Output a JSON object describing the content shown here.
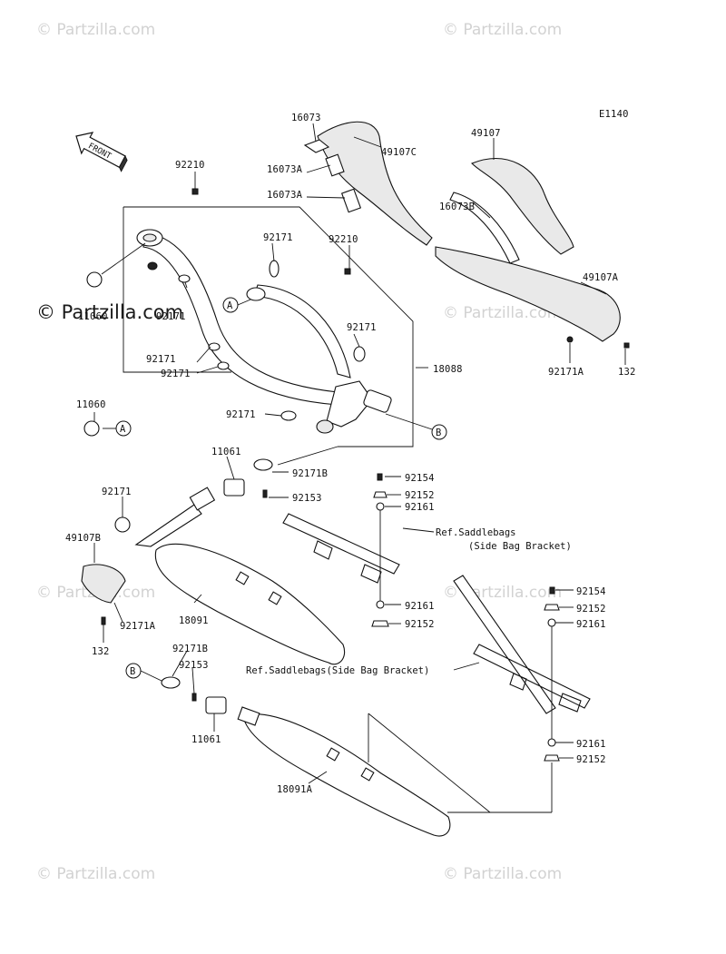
{
  "diagram_code": "E1140",
  "front_arrow": "FRONT",
  "watermark": "© Partzilla.com",
  "watermark_faint": "© Partzilla.com",
  "callouts": {
    "A": "A",
    "B": "B"
  },
  "parts": {
    "p16073": "16073",
    "p16073A_1": "16073A",
    "p16073A_2": "16073A",
    "p49107C": "49107C",
    "p49107": "49107",
    "p16073B": "16073B",
    "p49107A": "49107A",
    "p92171A_top": "92171A",
    "p132_top": "132",
    "p92210_1": "92210",
    "p92210_2": "92210",
    "p92171_1": "92171",
    "p92171_2": "92171",
    "p92171_3": "92171",
    "p92171_4": "92171",
    "p92171_5": "92171",
    "p92171_6": "92171",
    "p11060_1": "11060",
    "p11060_2": "11060",
    "p18088": "18088",
    "p11061_1": "11061",
    "p92171B_1": "92171B",
    "p92153_1": "92153",
    "p92154_1": "92154",
    "p92152_1": "92152",
    "p92161_1": "92161",
    "p92161_2": "92161",
    "p92152_2": "92152",
    "p92171_7": "92171",
    "p49107B": "49107B",
    "p92171A_2": "92171A",
    "p132_2": "132",
    "p18091": "18091",
    "p92171B_2": "92171B",
    "p92153_2": "92153",
    "p11061_2": "11061",
    "p18091A": "18091A",
    "p92154_2": "92154",
    "p92152_3": "92152",
    "p92161_3": "92161",
    "p92161_4": "92161",
    "p92152_4": "92152"
  },
  "refs": {
    "ref1_line1": "Ref.Saddlebags",
    "ref1_line2": "(Side Bag Bracket)",
    "ref2": "Ref.Saddlebags(Side Bag Bracket)"
  }
}
